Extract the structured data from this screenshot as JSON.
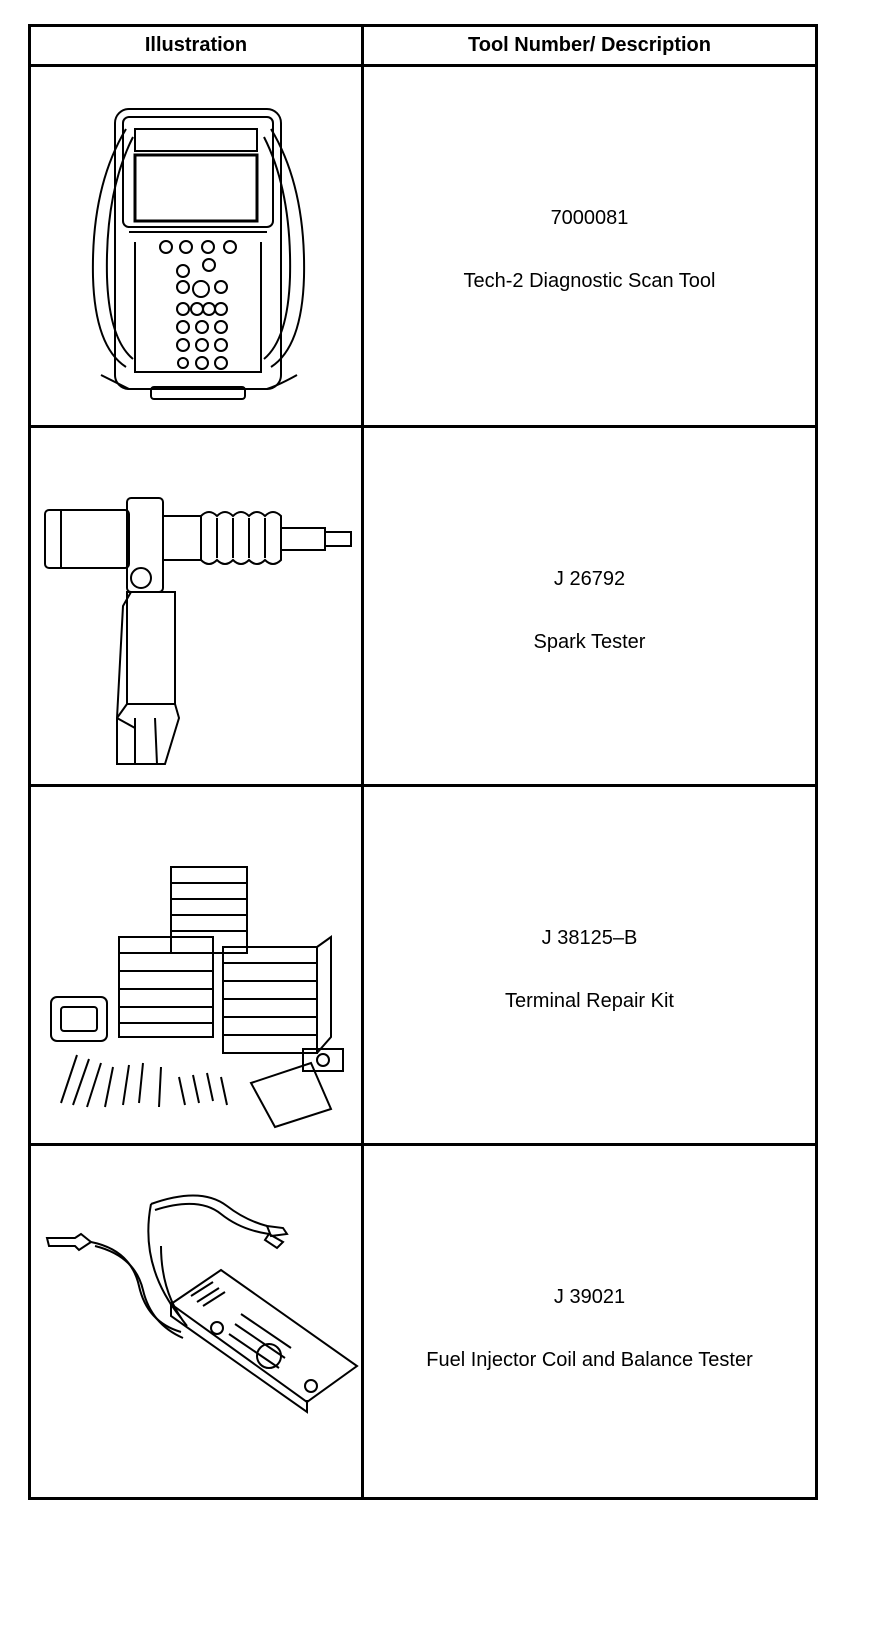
{
  "header": {
    "illustration": "Illustration",
    "tool": "Tool Number/ Description"
  },
  "rows": [
    {
      "number": "7000081",
      "description": "Tech-2 Diagnostic Scan Tool",
      "icon": "scan-tool-icon"
    },
    {
      "number": "J 26792",
      "description": "Spark Tester",
      "icon": "spark-tester-icon"
    },
    {
      "number": "J 38125–B",
      "description": "Terminal Repair Kit",
      "icon": "terminal-repair-kit-icon"
    },
    {
      "number": "J 39021",
      "description": "Fuel Injector Coil and Balance Tester",
      "icon": "injector-tester-icon"
    }
  ]
}
